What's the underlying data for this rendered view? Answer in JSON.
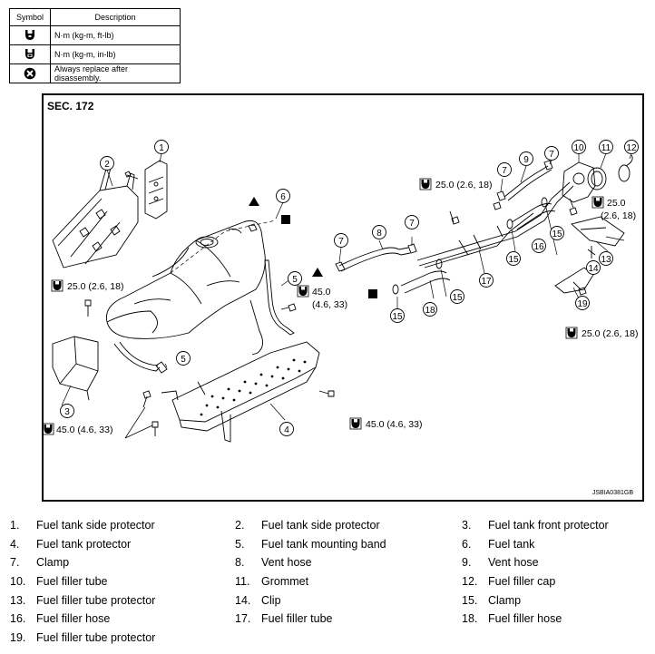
{
  "symbol_table": {
    "header_symbol": "Symbol",
    "header_description": "Description",
    "rows": [
      {
        "icon": "torque-wrench-icon",
        "description": "N·m (kg-m, ft-lb)"
      },
      {
        "icon": "torque-wrench-inlb-icon",
        "description": "N·m (kg-m, in-lb)"
      },
      {
        "icon": "replace-part-icon",
        "description": "Always replace after disassembly."
      }
    ]
  },
  "diagram": {
    "section": "SEC. 172",
    "code": "JSBIA0381GB",
    "torques": {
      "t1": "25.0 (2.6, 18)",
      "t2": "25.0 (2.6, 18)",
      "t3": "45.0 (4.6, 33)",
      "t4": "45.0 (4.6, 33)",
      "t5a": "45.0",
      "t5b": "(4.6, 33)",
      "t6": "25.0 (2.6, 18)",
      "t7a": "25.0",
      "t7b": "(2.6, 18)"
    },
    "callouts": [
      "1",
      "2",
      "3",
      "4",
      "5",
      "5",
      "6",
      "7",
      "7",
      "7",
      "7",
      "8",
      "9",
      "10",
      "11",
      "12",
      "13",
      "14",
      "15",
      "15",
      "15",
      "15",
      "16",
      "17",
      "18",
      "19"
    ]
  },
  "legend": [
    {
      "num": "1.",
      "label": "Fuel tank side protector"
    },
    {
      "num": "2.",
      "label": "Fuel tank side protector"
    },
    {
      "num": "3.",
      "label": "Fuel tank front protector"
    },
    {
      "num": "4.",
      "label": "Fuel tank protector"
    },
    {
      "num": "5.",
      "label": "Fuel tank mounting band"
    },
    {
      "num": "6.",
      "label": "Fuel tank"
    },
    {
      "num": "7.",
      "label": "Clamp"
    },
    {
      "num": "8.",
      "label": "Vent hose"
    },
    {
      "num": "9.",
      "label": "Vent hose"
    },
    {
      "num": "10.",
      "label": "Fuel filler tube"
    },
    {
      "num": "11.",
      "label": "Grommet"
    },
    {
      "num": "12.",
      "label": "Fuel filler cap"
    },
    {
      "num": "13.",
      "label": "Fuel filler tube protector"
    },
    {
      "num": "14.",
      "label": "Clip"
    },
    {
      "num": "15.",
      "label": "Clamp"
    },
    {
      "num": "16.",
      "label": "Fuel filler hose"
    },
    {
      "num": "17.",
      "label": "Fuel filler tube"
    },
    {
      "num": "18.",
      "label": "Fuel filler hose"
    },
    {
      "num": "19.",
      "label": "Fuel filler tube protector"
    }
  ]
}
